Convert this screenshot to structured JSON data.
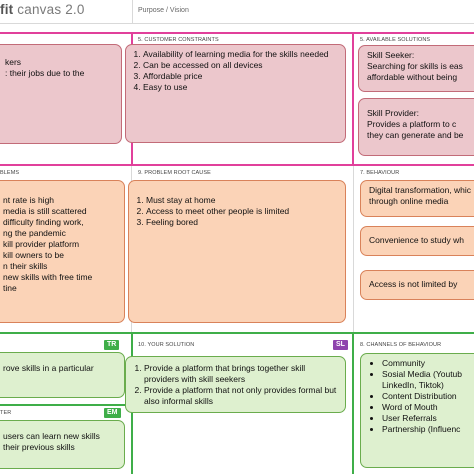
{
  "header": {
    "title_bold": "fit",
    "title_rest": " canvas 2.0",
    "purpose": "Purpose / Vision"
  },
  "sections": {
    "customer_constraints": "5. CUSTOMER CONSTRAINTS",
    "available_solutions": "5. AVAILABLE SOLUTIONS",
    "problems": "BLEMS",
    "problem_root_cause": "9. PROBLEM ROOT CAUSE",
    "behaviour": "7. BEHAVIOUR",
    "your_solution": "10. YOUR SOLUTION",
    "channels": "8. CHANNELS of BEHAVIOUR",
    "triggers": "TER"
  },
  "tags": {
    "tr": "TR",
    "sl": "SL",
    "em": "EM"
  },
  "customer_segment": {
    "lines": [
      "kers",
      ": their jobs due to the"
    ]
  },
  "customer_constraints": {
    "items": [
      "Availability of learning media for the skills needed",
      "Can be accessed on all devices",
      "Affordable price",
      "Easy to use"
    ]
  },
  "available_solutions": {
    "seeker": {
      "lines": [
        "Skill Seeker:",
        "Searching for skills is eas",
        "affordable without being"
      ]
    },
    "provider": {
      "lines": [
        "Skill Provider:",
        "Provides a platform to c",
        "they can generate and be"
      ]
    }
  },
  "problems": {
    "lines": [
      "nt rate is high",
      "media is still scattered",
      "difficulty finding work,",
      "ng the pandemic",
      "kill provider platform",
      "kill owners to be",
      "n their skills",
      "new skills with free time",
      "tine"
    ]
  },
  "root_cause": {
    "items": [
      "Must stay at home",
      "Access to meet other people is limited",
      "Feeling bored"
    ]
  },
  "behaviour": {
    "card1": [
      "Digital transformation, whic",
      "through online media"
    ],
    "card2": "Convenience to study wh",
    "card3": "Access is not limited by"
  },
  "triggers": {
    "text": "rove skills in a particular"
  },
  "emotions": {
    "lines": [
      "users can learn new skills",
      "their previous skills"
    ]
  },
  "your_solution": {
    "items": [
      "Provide a platform that brings together skill providers with skill seekers",
      "Provide a platform that not only provides formal but also informal skills"
    ]
  },
  "channels": {
    "items": [
      "Community",
      "Sosial Media (Youtub",
      "LinkedIn, Tiktok)",
      "Content Distribution",
      "Word of Mouth",
      "User Referrals",
      "Partnership (Influenc"
    ]
  }
}
